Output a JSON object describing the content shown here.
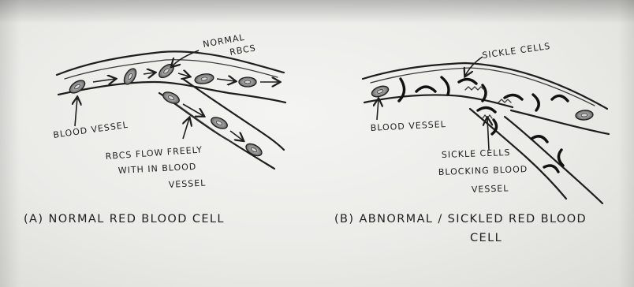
{
  "panel_a": {
    "caption": "(A) NORMAL RED BLOOD CELL",
    "labels": {
      "normal_rbcs_line1": "NORMAL",
      "normal_rbcs_line2": "RBCS",
      "blood_vessel": "BLOOD VESSEL",
      "flow_line1": "RBCS FLOW FREELY",
      "flow_line2": "WITH IN BLOOD",
      "flow_line3": "VESSEL"
    }
  },
  "panel_b": {
    "caption_line1": "(B) ABNORMAL / SICKLED RED BLOOD",
    "caption_line2": "CELL",
    "labels": {
      "sickle_cells": "SICKLE CELLS",
      "blood_vessel": "BLOOD VESSEL",
      "blocking_line1": "SICKLE CELLS",
      "blocking_line2": "BLOCKING BLOOD",
      "blocking_line3": "VESSEL"
    }
  },
  "colors": {
    "ink": "#1e1e1e",
    "paper": "#ececea",
    "cell_fill": "#8c8c8c"
  }
}
